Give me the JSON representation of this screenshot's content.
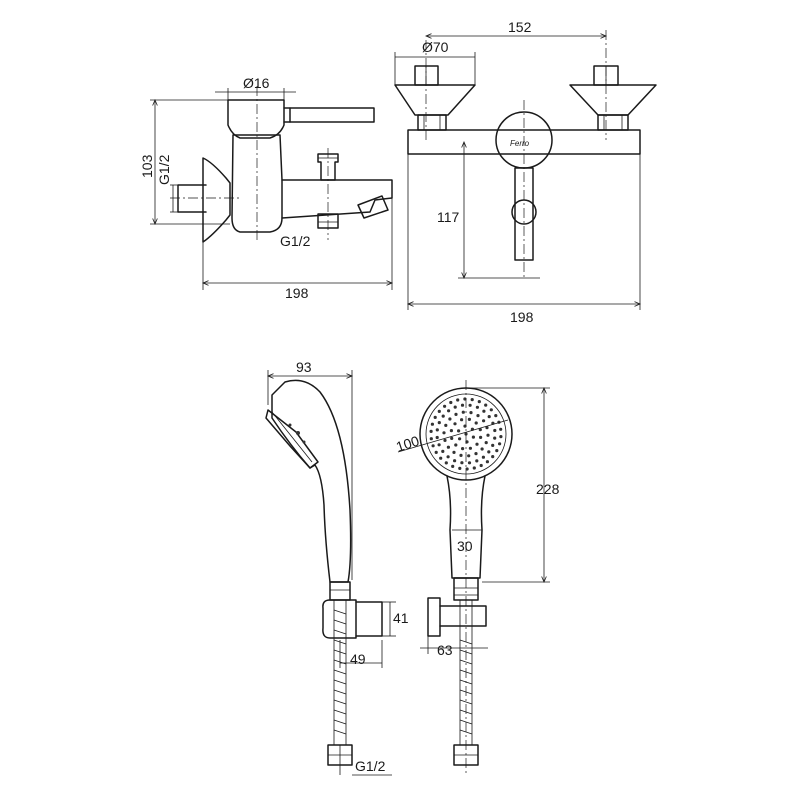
{
  "dimensions": {
    "mixer_side": {
      "handle_diameter": "Ø16",
      "height": "103",
      "inlet_thread": "G1/2",
      "outlet_thread": "G1/2",
      "width": "198"
    },
    "mixer_front": {
      "flange_diameter": "Ø70",
      "center_distance": "152",
      "lever_height": "117",
      "width": "198"
    },
    "shower_side": {
      "depth": "93",
      "holder_height": "41",
      "holder_depth": "49",
      "hose_thread": "G1/2"
    },
    "shower_front": {
      "head_diameter": "100",
      "length": "228",
      "handle_width": "30",
      "holder_width": "63"
    }
  },
  "branding": {
    "logo_text": "Ferro"
  }
}
